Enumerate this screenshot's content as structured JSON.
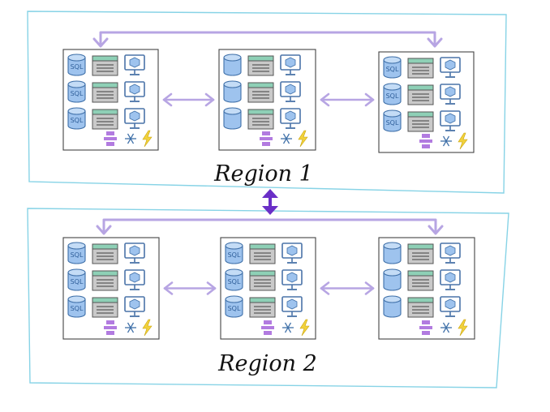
{
  "regions": [
    {
      "label": "Region 1",
      "datacenters": [
        {
          "databases": [
            "SQL",
            "SQL",
            "SQL"
          ]
        },
        {
          "databases": [
            "",
            "",
            ""
          ]
        },
        {
          "databases": [
            "SQL",
            "SQL",
            "SQL"
          ]
        }
      ]
    },
    {
      "label": "Region 2",
      "datacenters": [
        {
          "databases": [
            "SQL",
            "SQL",
            "SQL"
          ]
        },
        {
          "databases": [
            "SQL",
            "SQL",
            "SQL"
          ]
        },
        {
          "databases": [
            "",
            "",
            ""
          ]
        }
      ]
    }
  ],
  "icons": {
    "database": "database-cylinder-icon",
    "web_app": "web-app-window-icon",
    "vm": "virtual-machine-monitor-icon",
    "network": "network-switch-icon",
    "cache": "snowflake-icon",
    "function": "lightning-bolt-icon"
  },
  "colors": {
    "region_border": "#87d3e6",
    "datacenter_border": "#444444",
    "sync_arrow": "#b7a5e3",
    "inter_region_arrow": "#6a2fc7",
    "database_fill": "#9ec3ee",
    "database_stroke": "#3e6fa8",
    "webapp_header": "#8ed0b6",
    "webapp_body": "#c9c9c9",
    "monitor_fill": "#9ec3ee",
    "network_fill": "#b27be0",
    "bolt_fill": "#f2d23c"
  }
}
